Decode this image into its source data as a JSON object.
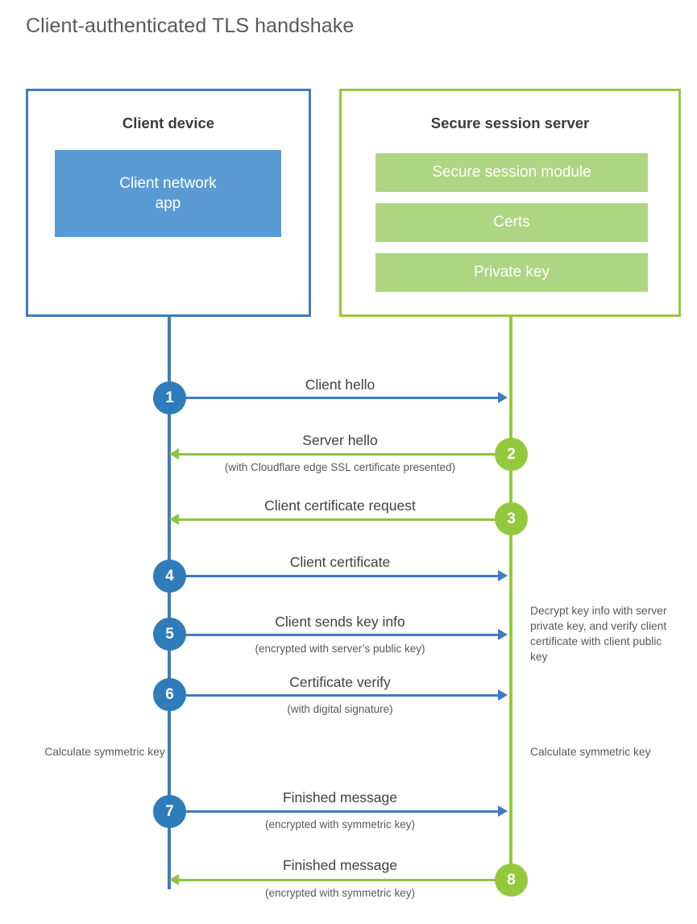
{
  "page": {
    "title": "Client-authenticated TLS handshake"
  },
  "colors": {
    "client_border": "#3d7cc0",
    "client_app_fill": "#5b9bd5",
    "server_border": "#95c93d",
    "server_item_fill": "#aed581",
    "client_step_circle": "#2e7cba",
    "server_step_circle": "#95c93d",
    "client_arrow": "#3d7cc0",
    "server_arrow": "#8cc63f",
    "text": "#404041",
    "title_text": "#58595b"
  },
  "client": {
    "title": "Client device",
    "app_label": "Client network\napp",
    "app_label_line1": "Client network",
    "app_label_line2": "app"
  },
  "server": {
    "title": "Secure session server",
    "items": [
      {
        "label": "Secure session module"
      },
      {
        "label": "Certs"
      },
      {
        "label": "Private key"
      }
    ]
  },
  "steps": [
    {
      "number": "1",
      "label": "Client hello",
      "sub": "",
      "direction": "client-to-server",
      "actor": "client"
    },
    {
      "number": "2",
      "label": "Server hello",
      "sub": "(with Cloudflare edge SSL certificate presented)",
      "direction": "server-to-client",
      "actor": "server"
    },
    {
      "number": "3",
      "label": "Client certificate request",
      "sub": "",
      "direction": "server-to-client",
      "actor": "server"
    },
    {
      "number": "4",
      "label": "Client certificate",
      "sub": "",
      "direction": "client-to-server",
      "actor": "client"
    },
    {
      "number": "5",
      "label": "Client sends key info",
      "sub": "(encrypted with server’s public key)",
      "direction": "client-to-server",
      "actor": "client"
    },
    {
      "number": "6",
      "label": "Certificate verify",
      "sub": "(with digital signature)",
      "direction": "client-to-server",
      "actor": "client"
    },
    {
      "number": "7",
      "label": "Finished message",
      "sub": "(encrypted with symmetric key)",
      "direction": "client-to-server",
      "actor": "client"
    },
    {
      "number": "8",
      "label": "Finished message",
      "sub": "(encrypted with symmetric key)",
      "direction": "server-to-client",
      "actor": "server"
    }
  ],
  "annotations": {
    "decrypt_note": "Decrypt key info with server private key, and verify client certificate with client public key",
    "calculate_symmetric_key_client": "Calculate symmetric key",
    "calculate_symmetric_key_server": "Calculate symmetric key"
  }
}
